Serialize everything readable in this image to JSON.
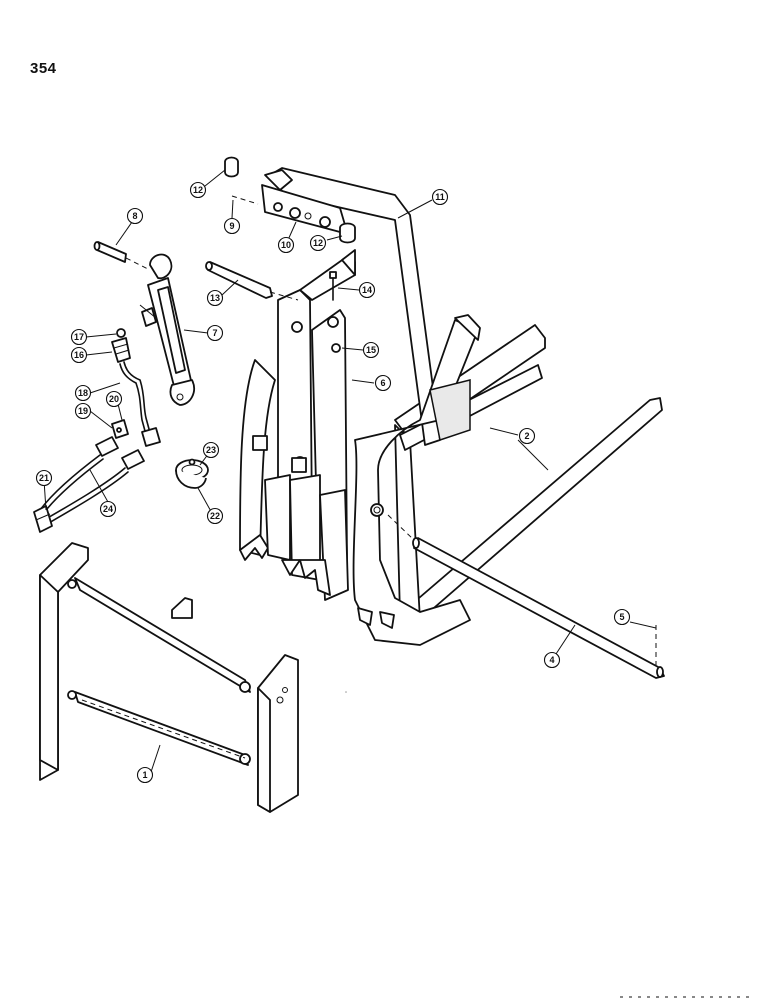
{
  "page_number": "354",
  "callouts": {
    "c1": "1",
    "c2": "2",
    "c4": "4",
    "c5": "5",
    "c6": "6",
    "c7": "7",
    "c8": "8",
    "c9": "9",
    "c10": "10",
    "c11": "11",
    "c12a": "12",
    "c12b": "12",
    "c13": "13",
    "c14": "14",
    "c15": "15",
    "c16": "16",
    "c17": "17",
    "c18": "18",
    "c19": "19",
    "c20": "20",
    "c21": "21",
    "c22": "22",
    "c23": "23",
    "c24": "24"
  }
}
